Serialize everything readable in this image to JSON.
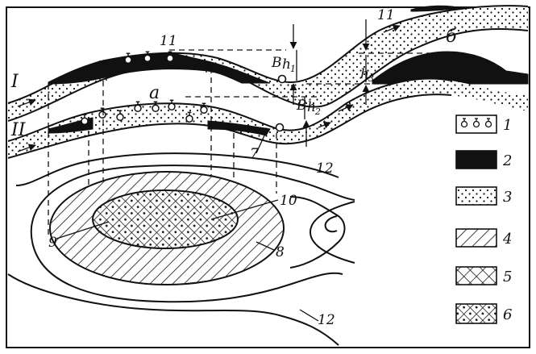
{
  "labels": {
    "section_1": "I",
    "section_2": "II",
    "label_a": "a",
    "label_b": "б",
    "label_B1": "В",
    "label_B2": "В",
    "label_h1": "h",
    "label_h1_sub": "1",
    "label_h2": "h",
    "label_h2_sub": "2",
    "label_h3": "h",
    "label_h3_sub": "3",
    "label_7": "7",
    "label_8": "8",
    "label_9": "9",
    "label_10": "10",
    "label_11_top": "11",
    "label_11_right": "11",
    "label_12_top": "12",
    "label_12_bottom": "12"
  },
  "legend": [
    {
      "number": "1",
      "pattern": "gas-bubbles"
    },
    {
      "number": "2",
      "pattern": "solid-black"
    },
    {
      "number": "3",
      "pattern": "dots"
    },
    {
      "number": "4",
      "pattern": "diagonal-hatch"
    },
    {
      "number": "5",
      "pattern": "cross-hatch"
    },
    {
      "number": "6",
      "pattern": "cross-hatch-dotted"
    }
  ]
}
